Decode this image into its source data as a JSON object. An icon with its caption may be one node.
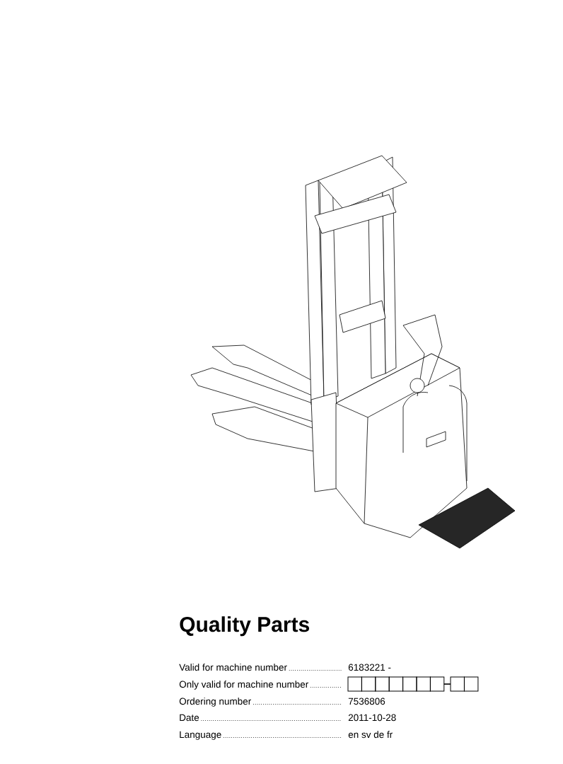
{
  "diagram": {
    "title": "Quality Parts",
    "labels": [
      "Valid for machine number",
      "6183221 -",
      "Only valid for machine number",
      "Ordering number",
      "7536806",
      "Date",
      "2011-10-28",
      "Language",
      "en sv de fr"
    ]
  }
}
